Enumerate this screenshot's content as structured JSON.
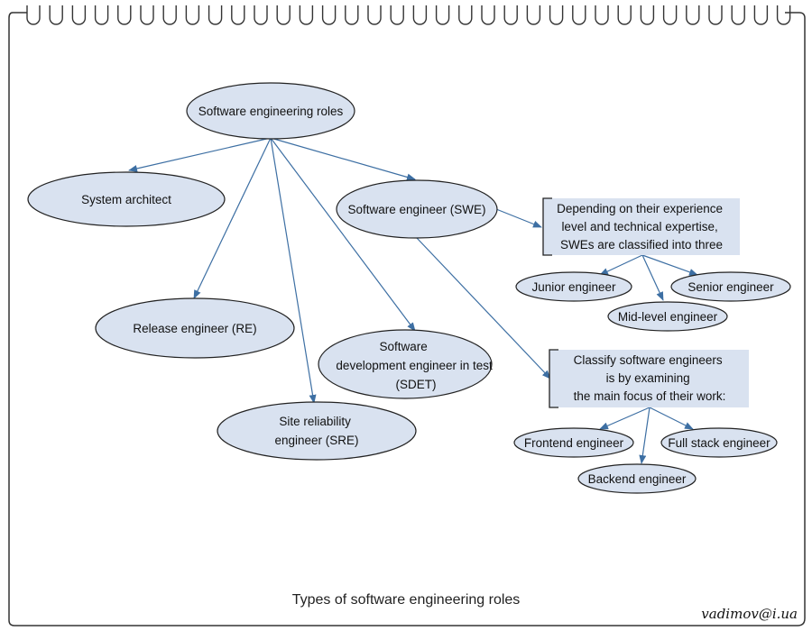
{
  "colors": {
    "node_fill": "#d9e2f0",
    "node_stroke": "#222222",
    "arrow": "#3d6fa3",
    "frame": "#333333",
    "box_fill": "#d9e2f0"
  },
  "nodes": {
    "root": [
      "Software engineering roles"
    ],
    "system_architect": [
      "System architect"
    ],
    "swe": [
      "Software engineer (SWE)"
    ],
    "release": [
      "Release engineer (RE)"
    ],
    "sdet": [
      "Software",
      "development engineer in test",
      "(SDET)"
    ],
    "sre": [
      "Site reliability",
      "engineer (SRE)"
    ],
    "junior": [
      "Junior engineer"
    ],
    "senior": [
      "Senior engineer"
    ],
    "mid": [
      "Mid-level engineer"
    ],
    "frontend": [
      "Frontend engineer"
    ],
    "fullstack": [
      "Full stack engineer"
    ],
    "backend": [
      "Backend engineer"
    ]
  },
  "boxes": {
    "experience": [
      "Depending on their experience",
      "level and technical expertise,",
      "SWEs are classified into three"
    ],
    "focus": [
      "Classify software engineers",
      "is by examining",
      "the main focus of their work:"
    ]
  },
  "caption": "Types of software engineering roles",
  "credit": "vadimov@i.ua"
}
